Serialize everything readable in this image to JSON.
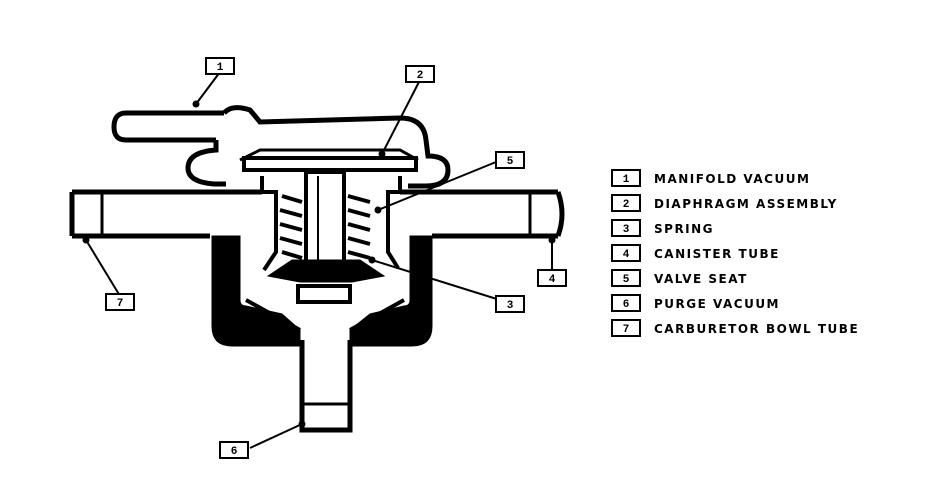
{
  "callouts": [
    {
      "number": "1"
    },
    {
      "number": "2"
    },
    {
      "number": "3"
    },
    {
      "number": "4"
    },
    {
      "number": "5"
    },
    {
      "number": "6"
    },
    {
      "number": "7"
    }
  ],
  "legend": [
    {
      "number": "1",
      "label": "MANIFOLD VACUUM"
    },
    {
      "number": "2",
      "label": "DIAPHRAGM ASSEMBLY"
    },
    {
      "number": "3",
      "label": "SPRING"
    },
    {
      "number": "4",
      "label": "CANISTER TUBE"
    },
    {
      "number": "5",
      "label": "VALVE SEAT"
    },
    {
      "number": "6",
      "label": "PURGE VACUUM"
    },
    {
      "number": "7",
      "label": "CARBURETOR BOWL TUBE"
    }
  ]
}
